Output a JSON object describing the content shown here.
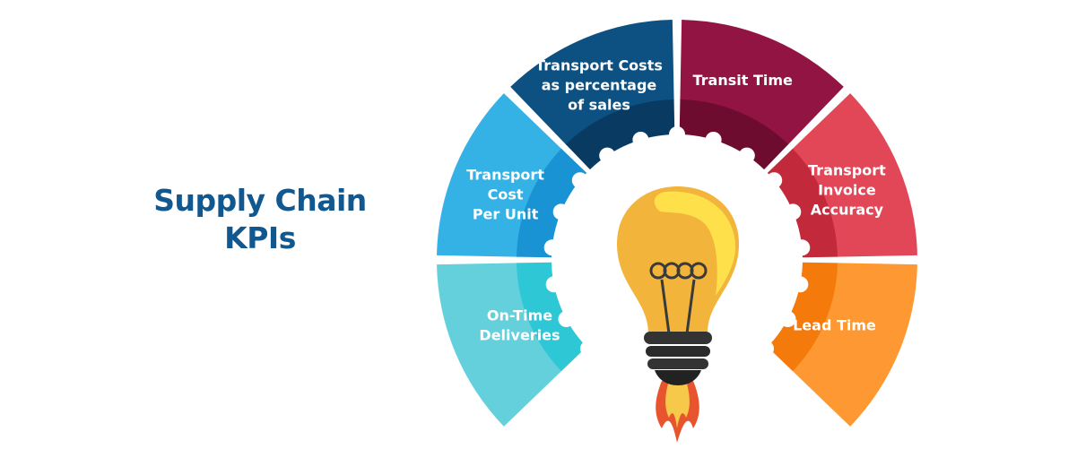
{
  "title": {
    "line1": "Supply Chain",
    "line2": "KPIs"
  },
  "segments": [
    {
      "id": "on-time-deliveries",
      "lines": [
        "On-Time",
        "Deliveries"
      ],
      "color": "#64d0dc",
      "inner_color": "#2ec7d6"
    },
    {
      "id": "transport-cost-per-unit",
      "lines": [
        "Transport",
        "Cost",
        "Per Unit"
      ],
      "color": "#34b2e6",
      "inner_color": "#1993d3"
    },
    {
      "id": "transport-costs-percentage-of-sales",
      "lines": [
        "Transport Costs",
        "as percentage",
        "of sales"
      ],
      "color": "#0d5183",
      "inner_color": "#093a62"
    },
    {
      "id": "transit-time",
      "lines": [
        "Transit Time"
      ],
      "color": "#921442",
      "inner_color": "#6e0c30"
    },
    {
      "id": "transport-invoice-accuracy",
      "lines": [
        "Transport",
        "Invoice",
        "Accuracy"
      ],
      "color": "#e24757",
      "inner_color": "#c22a3b"
    },
    {
      "id": "lead-time",
      "lines": [
        "Lead Time"
      ],
      "color": "#fd9832",
      "inner_color": "#f47a0c"
    }
  ],
  "icons": {
    "center": "lightbulb-rocket-icon"
  },
  "colors": {
    "title": "#10588f",
    "bulb_glass": "#f2b43a",
    "bulb_highlight": "#fde04a",
    "bulb_base": "#333333",
    "flame_outer": "#e8542e",
    "flame_inner": "#f6c94a"
  }
}
